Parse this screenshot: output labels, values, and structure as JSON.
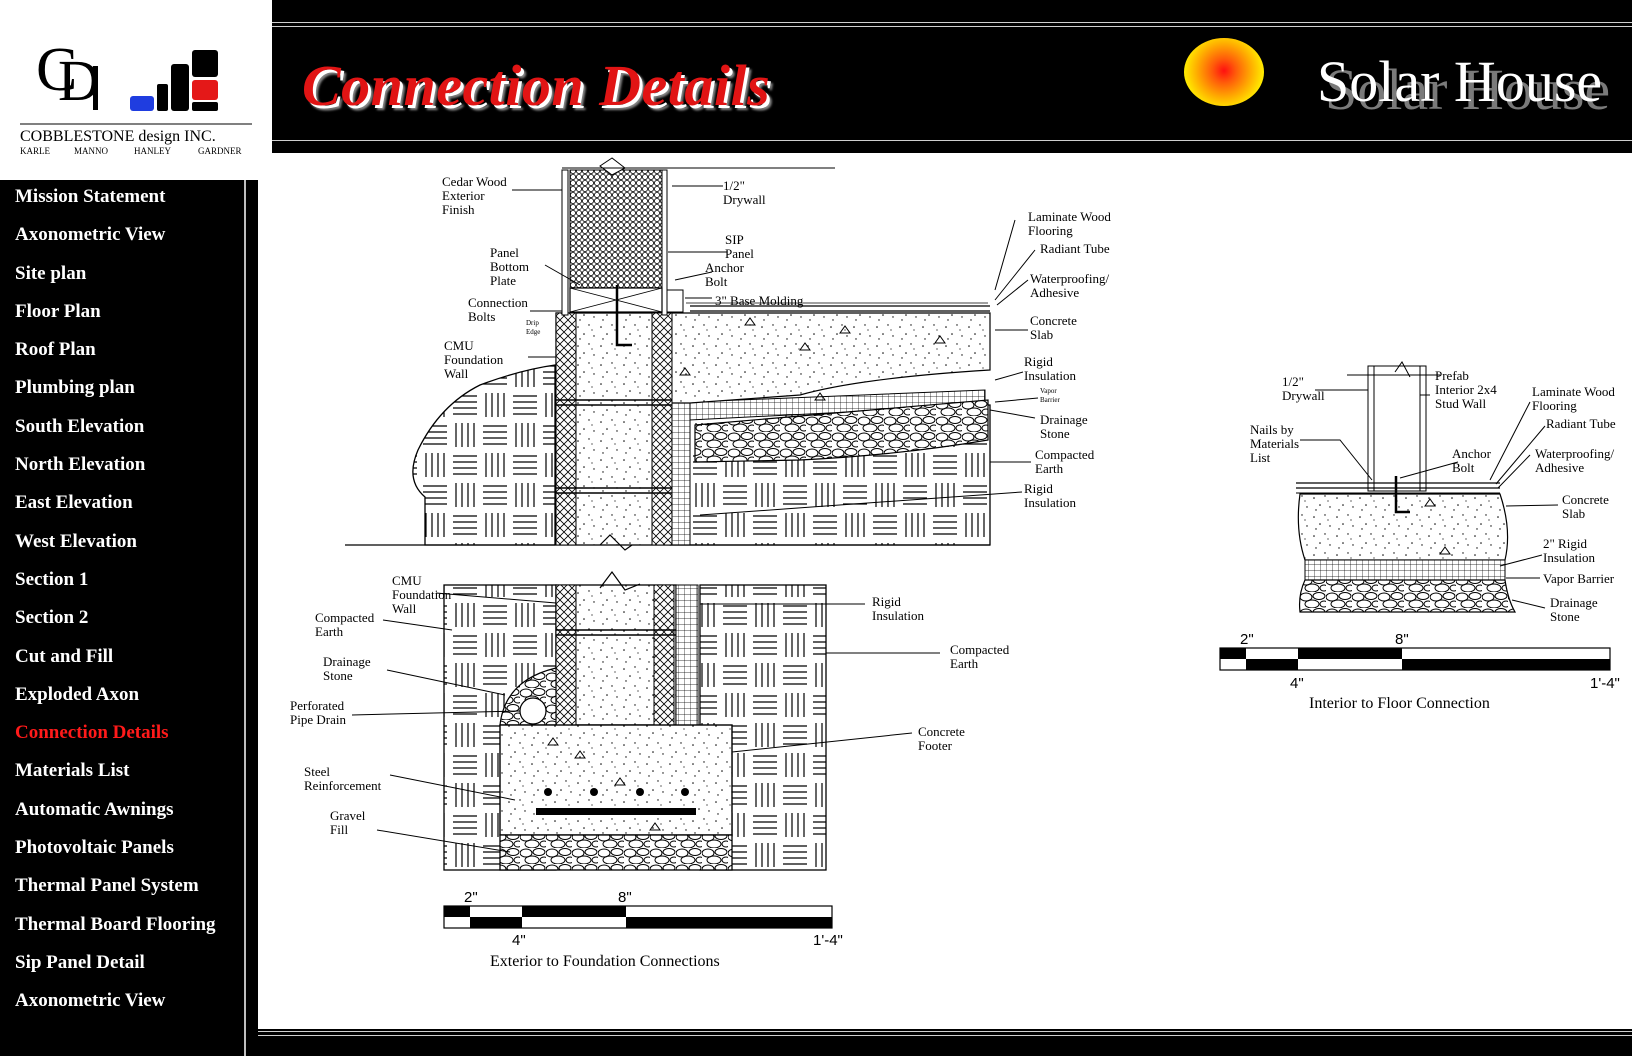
{
  "logo": {
    "monogram": "CDI",
    "company": "COBBLESTONE design INC.",
    "partners": [
      "KARLE",
      "MANNO",
      "HANLEY",
      "GARDNER"
    ]
  },
  "header": {
    "page_title": "Connection Details",
    "site_title": "Solar House",
    "sun_icon": "sun-icon"
  },
  "nav": {
    "active_index": 14,
    "active_color": "#ff1a1a",
    "items": [
      "Mission Statement",
      "Axonometric View",
      "Site plan",
      "Floor Plan",
      "Roof Plan",
      "Plumbing plan",
      "South Elevation",
      "North Elevation",
      "East Elevation",
      "West Elevation",
      "Section 1",
      "Section 2",
      "Cut and Fill",
      "Exploded Axon",
      "Connection Details",
      "Materials List",
      "Automatic Awnings",
      "Photovoltaic Panels",
      "Thermal Panel System",
      "Thermal Board Flooring",
      "Sip Panel Detail",
      "Axonometric View"
    ]
  },
  "drawing": {
    "detail_a": {
      "labels": {
        "cedar": [
          "Cedar Wood",
          "Exterior",
          "Finish"
        ],
        "drywall": [
          "1/2\"",
          "Drywall"
        ],
        "laminate": [
          "Laminate Wood",
          "Flooring"
        ],
        "radiant": "Radiant Tube",
        "panel_bottom": [
          "Panel",
          "Bottom",
          "Plate"
        ],
        "sip": [
          "SIP",
          "Panel"
        ],
        "waterproofing": [
          "Waterproofing/",
          "Adhesive"
        ],
        "anchor": [
          "Anchor",
          "Bolt"
        ],
        "base_molding": "3\" Base Molding",
        "conn_bolts": [
          "Connection",
          "Bolts"
        ],
        "drip_edge": [
          "Drip",
          "Edge"
        ],
        "concrete_slab": [
          "Concrete",
          "Slab"
        ],
        "cmu": [
          "CMU",
          "Foundation",
          "Wall"
        ],
        "rigid1": [
          "Rigid",
          "Insulation"
        ],
        "vapor": [
          "Vapor",
          "Barrier"
        ],
        "drainage": [
          "Drainage",
          "Stone"
        ],
        "compacted": [
          "Compacted",
          "Earth"
        ],
        "rigid2": [
          "Rigid",
          "Insulation"
        ]
      }
    },
    "detail_b": {
      "labels": {
        "cmu": [
          "CMU",
          "Foundation",
          "Wall"
        ],
        "rigid": [
          "Rigid",
          "Insulation"
        ],
        "compacted_left": [
          "Compacted",
          "Earth"
        ],
        "compacted_right": [
          "Compacted",
          "Earth"
        ],
        "drainage": [
          "Drainage",
          "Stone"
        ],
        "perforated": [
          "Perforated",
          "Pipe Drain"
        ],
        "footer": [
          "Concrete",
          "Footer"
        ],
        "steel": [
          "Steel",
          "Reinforcement"
        ],
        "gravel": [
          "Gravel",
          "Fill"
        ]
      },
      "scale": {
        "top_left": "2\"",
        "top_right": "8\"",
        "bottom_left": "4\"",
        "bottom_right": "1'-4\""
      },
      "caption": "Exterior to Foundation Connections"
    },
    "detail_c": {
      "labels": {
        "drywall": [
          "1/2\"",
          "Drywall"
        ],
        "prefab": [
          "Prefab",
          "Interior 2x4",
          "Stud Wall"
        ],
        "laminate": [
          "Laminate Wood",
          "Flooring"
        ],
        "radiant": "Radiant Tube",
        "nails": [
          "Nails by",
          "Materials",
          "List"
        ],
        "anchor": [
          "Anchor",
          "Bolt"
        ],
        "waterproofing": [
          "Waterproofing/",
          "Adhesive"
        ],
        "concrete_slab": [
          "Concrete",
          "Slab"
        ],
        "rigid": [
          "2\" Rigid",
          "Insulation"
        ],
        "vapor": "Vapor Barrier",
        "drainage": [
          "Drainage",
          "Stone"
        ]
      },
      "scale": {
        "top_left": "2\"",
        "top_right": "8\"",
        "bottom_left": "4\"",
        "bottom_right": "1'-4\""
      },
      "caption": "Interior to Floor Connection"
    }
  }
}
